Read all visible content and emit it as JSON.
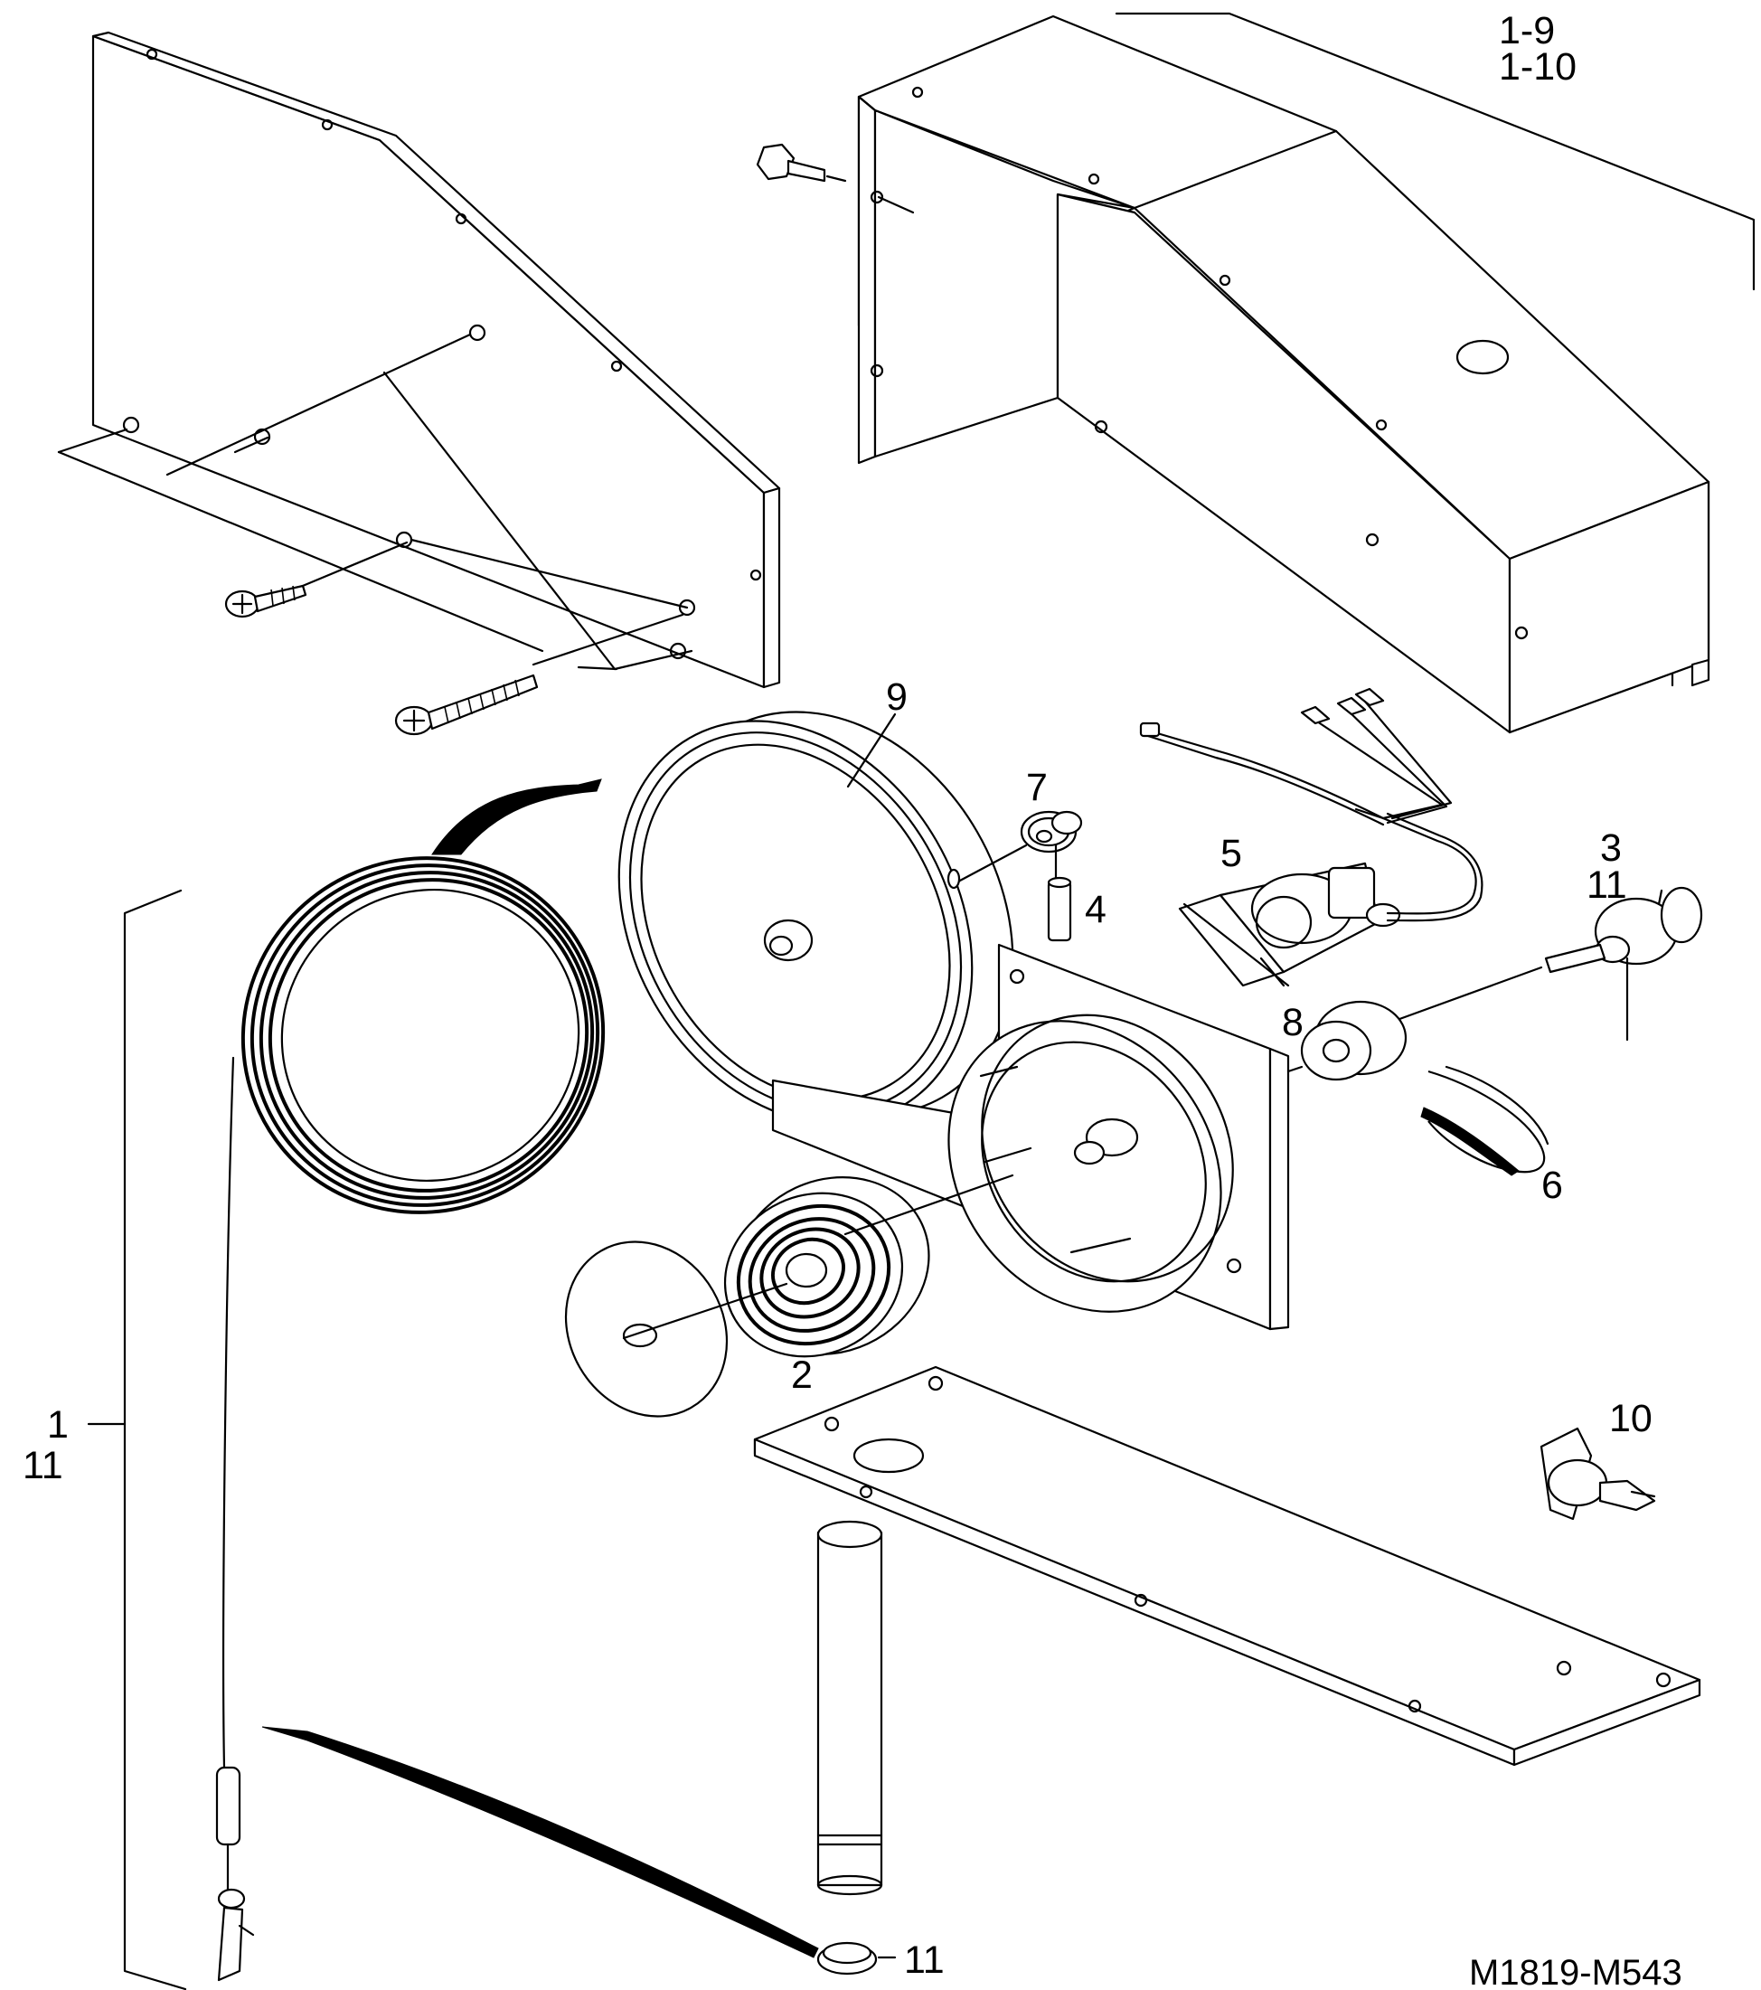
{
  "callouts": {
    "c1_9": "1-9",
    "c1_10": "1-10",
    "c9": "9",
    "c7": "7",
    "c4": "4",
    "c5": "5",
    "c3": "3",
    "c11_top": "11",
    "c8": "8",
    "c6": "6",
    "c2": "2",
    "c10": "10",
    "c1": "1",
    "c11_left": "11",
    "c11_bottom": "11"
  },
  "drawing_ref": "M1819-M543"
}
